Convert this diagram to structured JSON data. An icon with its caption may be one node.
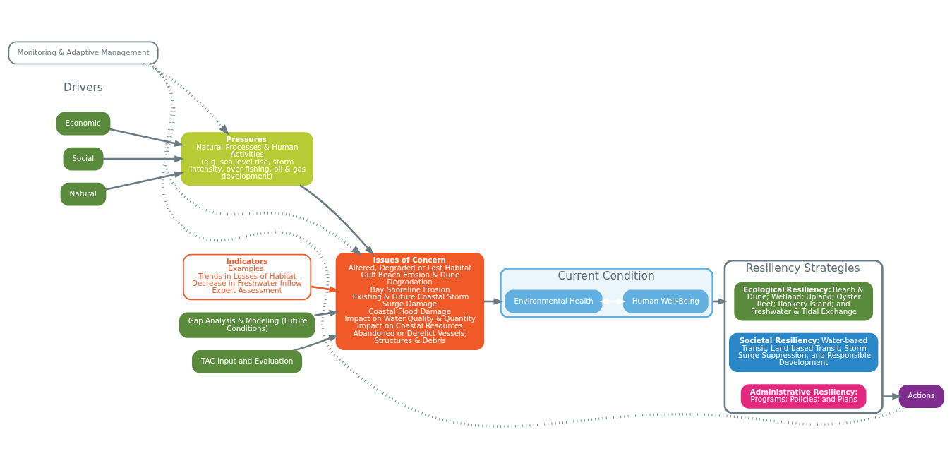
{
  "diagram": {
    "nodes": [
      {
        "text": [
          "Economic"
        ]
      },
      {
        "text": [
          "Social"
        ]
      },
      {
        "text": [
          "Natural"
        ]
      },
      {
        "text": [
          "Pressures",
          "Natural Processes & Human Activities",
          "(e.g. sea level rise, storm intensity, over fishing, oil & gas development)"
        ]
      },
      {
        "text": [
          "Issues of Concern",
          "Altered, Degraded or Lost Habitat",
          "Gulf Beach Erosion & Dune Degradation",
          "Bay Shoreline Erosion",
          "Existing & Future Coastal Storm Surge Damage",
          "Coastal Flood Damage",
          "Impact on Water Quality & Quantity",
          "Impact on Coastal Resources",
          "Abandoned or Derelict Vessels, Structures & Debris"
        ]
      },
      {
        "text": [
          "Monitoring & Adaptive Management"
        ]
      },
      {
        "text": [
          "Current Condition"
        ]
      },
      {
        "text": [
          "Environmental Health"
        ],
        "in": 6
      },
      {
        "text": [
          "Human Well-Being"
        ],
        "in": 6
      },
      {
        "text": [
          "Resiliency Strategies"
        ]
      },
      {
        "text": [
          "**Ecological Resiliency:** Beach & Dune; Wetland; Upland; Oyster Reef; Rookery Island; and Freshwater & Tidal Exchange"
        ],
        "in": 9
      },
      {
        "text": [
          "**Societal Resiliency:** Water-based Transit; Land-based Transit; Storm Surge Suppression; and Responsible Development"
        ],
        "in": 9
      },
      {
        "text": [
          "**Administrative Resiliency:** Programs; Policies; and Plans"
        ],
        "in": 9
      },
      {
        "text": [
          "Indicators",
          "Examples:",
          "Trends in Losses of Habitat",
          "Decrease in Freshwater Inflow",
          "Expert Assessment"
        ]
      },
      {
        "text": [
          "Gap Analysis & Modeling (Future Conditions)"
        ]
      },
      {
        "text": [
          "TAC Input and Evaluation"
        ]
      },
      {
        "text": [
          "Actions"
        ]
      }
    ],
    "edges": [
      {
        "from": 0,
        "to": 3,
        "arrow": "to"
      },
      {
        "from": 1,
        "to": 3,
        "arrow": "to"
      },
      {
        "from": 2,
        "to": 3,
        "arrow": "to"
      },
      {
        "from": 3,
        "to": 4,
        "arrow": "to"
      },
      {
        "from": 4,
        "to": 6,
        "arrow": "to"
      },
      {
        "from": 7,
        "to": 8,
        "arrow": "both",
        "color": "#ffffff"
      },
      {
        "from": 6,
        "to": 9,
        "arrow": "to"
      },
      {
        "from": 13,
        "to": 4,
        "arrow": "to",
        "color": "#f05a28"
      },
      {
        "from": 14,
        "to": 4,
        "arrow": "to"
      },
      {
        "from": 15,
        "to": 4,
        "arrow": "to"
      },
      {
        "from": 9,
        "to": 16,
        "arrow": "to"
      },
      {
        "from": 16,
        "to": 5,
        "arrow": "none",
        "style": "dashed"
      },
      {
        "from": 5,
        "to": 3,
        "arrow": "to",
        "style": "dashed"
      },
      {
        "from": 5,
        "to": 4,
        "arrow": "to",
        "style": "dashed"
      }
    ],
    "labels": [
      "Drivers"
    ]
  }
}
